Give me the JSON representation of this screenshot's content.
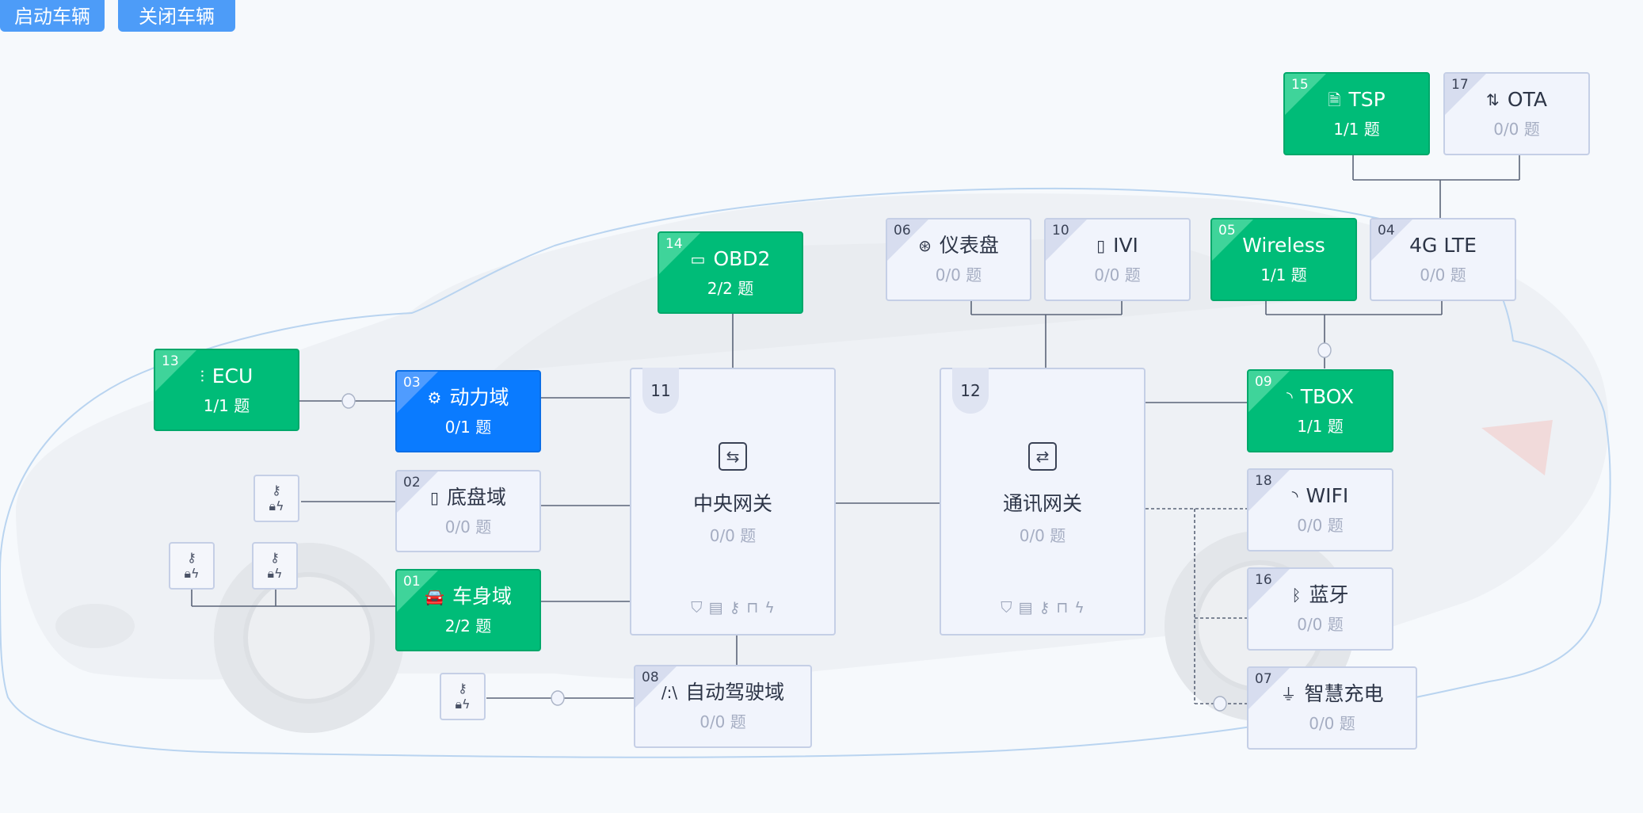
{
  "buttons": {
    "start": "启动车辆",
    "stop": "关闭车辆"
  },
  "colors": {
    "done": "#00bc78",
    "active": "#0a7bff",
    "idle": "#f1f4fc",
    "button": "#4d9cf8"
  },
  "nodes": {
    "n13": {
      "num": "13",
      "label": "ECU",
      "score": "1/1 题",
      "icon": "sliders-icon",
      "glyph": "⫶"
    },
    "n03": {
      "num": "03",
      "label": "动力域",
      "score": "0/1 题",
      "icon": "gear-icon",
      "glyph": "⚙"
    },
    "n02": {
      "num": "02",
      "label": "底盘域",
      "score": "0/0 题",
      "icon": "battery-icon",
      "glyph": "▯"
    },
    "n01": {
      "num": "01",
      "label": "车身域",
      "score": "2/2 题",
      "icon": "car-icon",
      "glyph": "🚘"
    },
    "n14": {
      "num": "14",
      "label": "OBD2",
      "score": "2/2 题",
      "icon": "port-icon",
      "glyph": "▭"
    },
    "n08": {
      "num": "08",
      "label": "自动驾驶域",
      "score": "0/0 题",
      "icon": "road-icon",
      "glyph": "/:\\"
    },
    "n06": {
      "num": "06",
      "label": "仪表盘",
      "score": "0/0 题",
      "icon": "steering-wheel-icon",
      "glyph": "⊛"
    },
    "n10": {
      "num": "10",
      "label": "IVI",
      "score": "0/0 题",
      "icon": "tablet-icon",
      "glyph": "▯"
    },
    "n05": {
      "num": "05",
      "label": "Wireless",
      "score": "1/1 题",
      "icon": "",
      "glyph": ""
    },
    "n04": {
      "num": "04",
      "label": "4G LTE",
      "score": "0/0 题",
      "icon": "",
      "glyph": ""
    },
    "n15": {
      "num": "15",
      "label": "TSP",
      "score": "1/1 题",
      "icon": "document-icon",
      "glyph": "🗎"
    },
    "n17": {
      "num": "17",
      "label": "OTA",
      "score": "0/0 题",
      "icon": "up-down-arrows-icon",
      "glyph": "⇅"
    },
    "n09": {
      "num": "09",
      "label": "TBOX",
      "score": "1/1 题",
      "icon": "signal-icon",
      "glyph": "◝"
    },
    "n18": {
      "num": "18",
      "label": "WIFI",
      "score": "0/0 题",
      "icon": "wifi-icon",
      "glyph": "◝"
    },
    "n16": {
      "num": "16",
      "label": "蓝牙",
      "score": "0/0 题",
      "icon": "bluetooth-icon",
      "glyph": "ᛒ"
    },
    "n07": {
      "num": "07",
      "label": "智慧充电",
      "score": "0/0 题",
      "icon": "charging-plug-icon",
      "glyph": "⏚"
    }
  },
  "gateways": {
    "g11": {
      "num": "11",
      "label": "中央网关",
      "score": "0/0 题",
      "icon": "swap-arrows-icon",
      "glyph": "⇆"
    },
    "g12": {
      "num": "12",
      "label": "通讯网关",
      "score": "0/0 题",
      "icon": "dashed-swap-icon",
      "glyph": "⇄"
    }
  },
  "security_icons": [
    "shield-icon",
    "log-icon",
    "key-icon",
    "lock-icon",
    "bolt-icon"
  ]
}
